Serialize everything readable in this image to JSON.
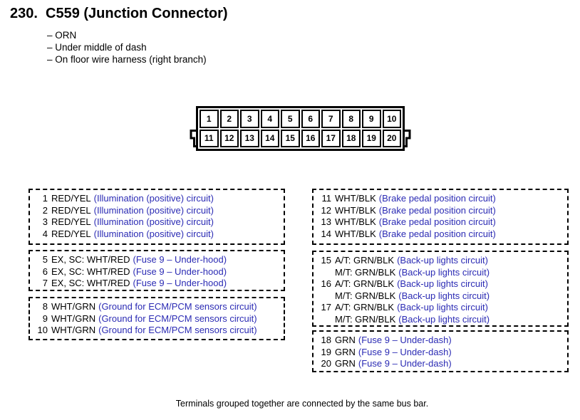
{
  "header": {
    "number": "230.",
    "title": "C559 (Junction Connector)",
    "bullets": [
      "– ORN",
      "– Under middle of dash",
      "– On floor wire harness (right branch)"
    ]
  },
  "connector": {
    "cells": [
      "1",
      "2",
      "3",
      "4",
      "5",
      "6",
      "7",
      "8",
      "9",
      "10",
      "11",
      "12",
      "13",
      "14",
      "15",
      "16",
      "17",
      "18",
      "19",
      "20"
    ]
  },
  "colors": {
    "circuit_text": "#2b2bb4",
    "body_text": "#000000"
  },
  "groups": {
    "left": [
      {
        "rows": [
          {
            "num": "1",
            "wire": "RED/YEL",
            "circuit": "(Illumination (positive) circuit)"
          },
          {
            "num": "2",
            "wire": "RED/YEL",
            "circuit": "(Illumination (positive) circuit)"
          },
          {
            "num": "3",
            "wire": "RED/YEL",
            "circuit": "(Illumination (positive) circuit)"
          },
          {
            "num": "4",
            "wire": "RED/YEL",
            "circuit": "(Illumination (positive) circuit)"
          }
        ]
      },
      {
        "rows": [
          {
            "num": "5",
            "wire": "EX, SC: WHT/RED",
            "circuit": "(Fuse 9 – Under-hood)"
          },
          {
            "num": "6",
            "wire": "EX, SC: WHT/RED",
            "circuit": "(Fuse 9 – Under-hood)"
          },
          {
            "num": "7",
            "wire": "EX, SC: WHT/RED",
            "circuit": "(Fuse 9 – Under-hood)"
          }
        ]
      },
      {
        "rows": [
          {
            "num": "8",
            "wire": "WHT/GRN",
            "circuit": "(Ground for ECM/PCM sensors circuit)"
          },
          {
            "num": "9",
            "wire": "WHT/GRN",
            "circuit": "(Ground for ECM/PCM sensors circuit)"
          },
          {
            "num": "10",
            "wire": "WHT/GRN",
            "circuit": "(Ground for ECM/PCM sensors circuit)"
          }
        ]
      }
    ],
    "right": [
      {
        "rows": [
          {
            "num": "11",
            "wire": "WHT/BLK",
            "circuit": "(Brake pedal position circuit)"
          },
          {
            "num": "12",
            "wire": "WHT/BLK",
            "circuit": "(Brake pedal position circuit)"
          },
          {
            "num": "13",
            "wire": "WHT/BLK",
            "circuit": "(Brake pedal position circuit)"
          },
          {
            "num": "14",
            "wire": "WHT/BLK",
            "circuit": "(Brake pedal position circuit)"
          }
        ]
      },
      {
        "rows": [
          {
            "num": "15",
            "wire": "A/T: GRN/BLK",
            "circuit": "(Back-up lights circuit)"
          },
          {
            "num": "",
            "wire": "M/T: GRN/BLK",
            "circuit": "(Back-up lights circuit)"
          },
          {
            "num": "16",
            "wire": "A/T: GRN/BLK",
            "circuit": "(Back-up lights circuit)"
          },
          {
            "num": "",
            "wire": "M/T: GRN/BLK",
            "circuit": "(Back-up lights circuit)"
          },
          {
            "num": "17",
            "wire": "A/T: GRN/BLK",
            "circuit": "(Back-up lights circuit)"
          },
          {
            "num": "",
            "wire": "M/T: GRN/BLK",
            "circuit": "(Back-up lights circuit)"
          }
        ]
      },
      {
        "rows": [
          {
            "num": "18",
            "wire": "GRN",
            "circuit": "(Fuse 9 – Under-dash)"
          },
          {
            "num": "19",
            "wire": "GRN",
            "circuit": "(Fuse 9 – Under-dash)"
          },
          {
            "num": "20",
            "wire": "GRN",
            "circuit": "(Fuse 9 – Under-dash)"
          }
        ]
      }
    ]
  },
  "footnote": "Terminals grouped together are connected by the same bus bar."
}
